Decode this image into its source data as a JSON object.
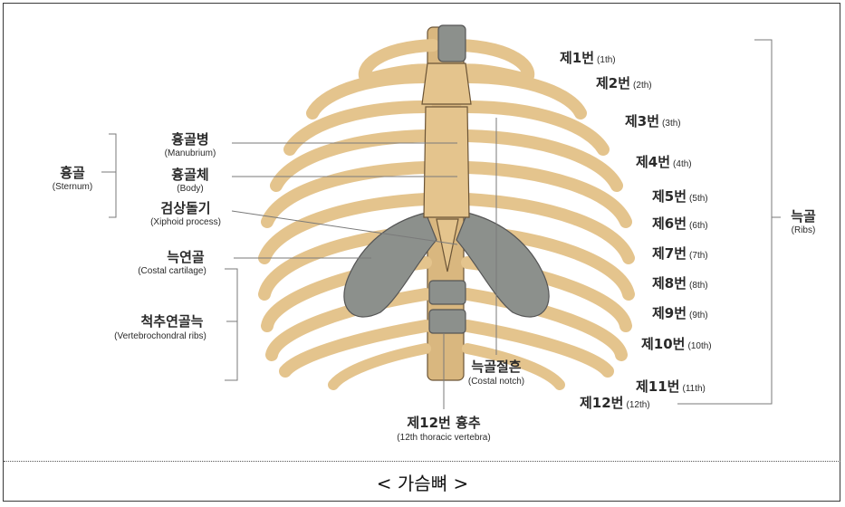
{
  "caption": "< 가슴뼈 >",
  "colors": {
    "bone": "#e4c48d",
    "bone_outline": "#6b5436",
    "cartilage": "#8c908c",
    "line": "#7a7a7a"
  },
  "labels": {
    "sternum": {
      "ko": "흉골",
      "en": "(Sternum)"
    },
    "manubrium": {
      "ko": "흉골병",
      "en": "(Manubrium)"
    },
    "body": {
      "ko": "흉골체",
      "en": "(Body)"
    },
    "xiphoid": {
      "ko": "검상돌기",
      "en": "(Xiphoid process)"
    },
    "costal_cartilage": {
      "ko": "늑연골",
      "en": "(Costal cartilage)"
    },
    "vertebrochondral": {
      "ko": "척추연골늑",
      "en": "(Vertebrochondral ribs)"
    },
    "costal_notch": {
      "ko": "늑골절흔",
      "en": "(Costal notch)"
    },
    "thoracic12": {
      "ko": "제12번 흉추",
      "en": "(12th thoracic vertebra)"
    },
    "ribs": {
      "ko": "늑골",
      "en": "(Ribs)"
    }
  },
  "rib_labels": [
    {
      "ko": "제1번",
      "en": "(1th)"
    },
    {
      "ko": "제2번",
      "en": "(2th)"
    },
    {
      "ko": "제3번",
      "en": "(3th)"
    },
    {
      "ko": "제4번",
      "en": "(4th)"
    },
    {
      "ko": "제5번",
      "en": "(5th)"
    },
    {
      "ko": "제6번",
      "en": "(6th)"
    },
    {
      "ko": "제7번",
      "en": "(7th)"
    },
    {
      "ko": "제8번",
      "en": "(8th)"
    },
    {
      "ko": "제9번",
      "en": "(9th)"
    },
    {
      "ko": "제10번",
      "en": "(10th)"
    },
    {
      "ko": "제11번",
      "en": "(11th)"
    },
    {
      "ko": "제12번",
      "en": "(12th)"
    }
  ]
}
